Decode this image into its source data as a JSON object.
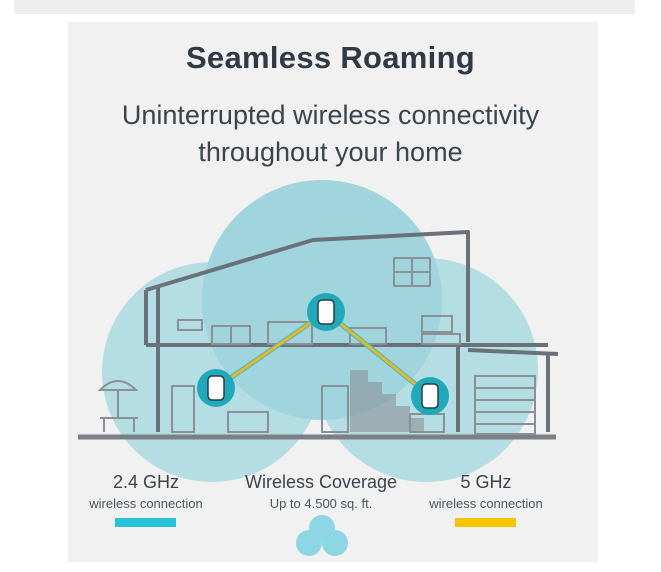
{
  "title": "Seamless Roaming",
  "subtitle_line1": "Uninterrupted wireless connectivity",
  "subtitle_line2": "throughout your home",
  "legend": {
    "left": {
      "label": "2.4 GHz",
      "sub": "wireless connection",
      "color": "#27c3d6"
    },
    "middle": {
      "label": "Wireless Coverage",
      "sub": "Up to 4.500 sq. ft."
    },
    "right": {
      "label": "5 GHz",
      "sub": "wireless connection",
      "color": "#f6c500"
    }
  },
  "colors": {
    "coverage": "#a9dbe1",
    "coverage_dark": "#7cc7d1",
    "house_line": "#6b7178",
    "router_circle": "#1eaabb",
    "link": "#f3b41b"
  },
  "icons": [
    "router-icon",
    "coverage-venn-icon"
  ]
}
